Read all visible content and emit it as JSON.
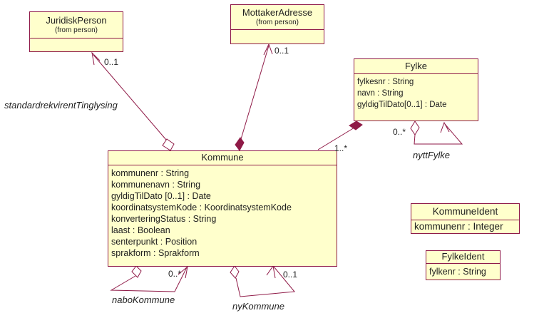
{
  "diagram": {
    "type": "uml-class-diagram",
    "colors": {
      "box_fill": "#FFFFCC",
      "line": "#8F1A47",
      "text": "#1F1F1F",
      "background": "#FFFFFF"
    },
    "classes": {
      "juridiskPerson": {
        "name": "JuridiskPerson",
        "package": "(from person)",
        "attributes": []
      },
      "mottakerAdresse": {
        "name": "MottakerAdresse",
        "package": "(from person)",
        "attributes": []
      },
      "fylke": {
        "name": "Fylke",
        "attributes": [
          "fylkesnr : String",
          "navn : String",
          "gyldigTilDato[0..1] : Date"
        ]
      },
      "kommune": {
        "name": "Kommune",
        "attributes": [
          "kommunenr : String",
          "kommunenavn : String",
          "gyldigTilDato [0..1] : Date",
          "koordinatsystemKode : KoordinatsystemKode",
          "konverteringStatus : String",
          "laast : Boolean",
          "senterpunkt : Position",
          "sprakform : Sprakform"
        ]
      },
      "kommuneIdent": {
        "name": "KommuneIdent",
        "attributes": [
          "kommunenr : Integer"
        ]
      },
      "fylkeIdent": {
        "name": "FylkeIdent",
        "attributes": [
          "fylkenr : String"
        ]
      }
    },
    "associations": {
      "standardrekvirentTinglysing": {
        "label": "standardrekvirentTinglysing",
        "multiplicity": "0..1"
      },
      "kommuneMottakerAdresse": {
        "multiplicity": "0..1"
      },
      "fylkeKommune": {
        "multiplicity": "1..*"
      },
      "nyttFylke": {
        "label": "nyttFylke",
        "multiplicity": "0..*"
      },
      "naboKommune": {
        "label": "naboKommune",
        "multiplicity": "0..*"
      },
      "nyKommune": {
        "label": "nyKommune",
        "multiplicity": "0..1"
      }
    }
  }
}
